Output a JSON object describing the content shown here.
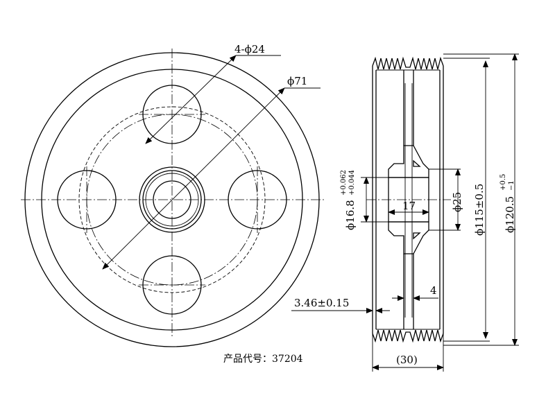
{
  "front_view": {
    "label_holes": "4-ϕ24",
    "label_pcd": "ϕ71",
    "product_code": "产品代号：37204"
  },
  "side_view": {
    "label_bore_base": "ϕ16.8",
    "label_bore_tol_upper": "+0.062",
    "label_bore_tol_lower": "+0.044",
    "label_hub_length": "17",
    "label_hub_diameter": "ϕ25",
    "label_groove_diameter": "ϕ115±0.5",
    "label_outer_base": "ϕ120.5",
    "label_outer_tol_upper": "+0.5",
    "label_outer_tol_lower": "−1",
    "label_web_thickness": "4",
    "label_wall_thickness": "3.46±0.15",
    "label_total_width": "(30)"
  }
}
